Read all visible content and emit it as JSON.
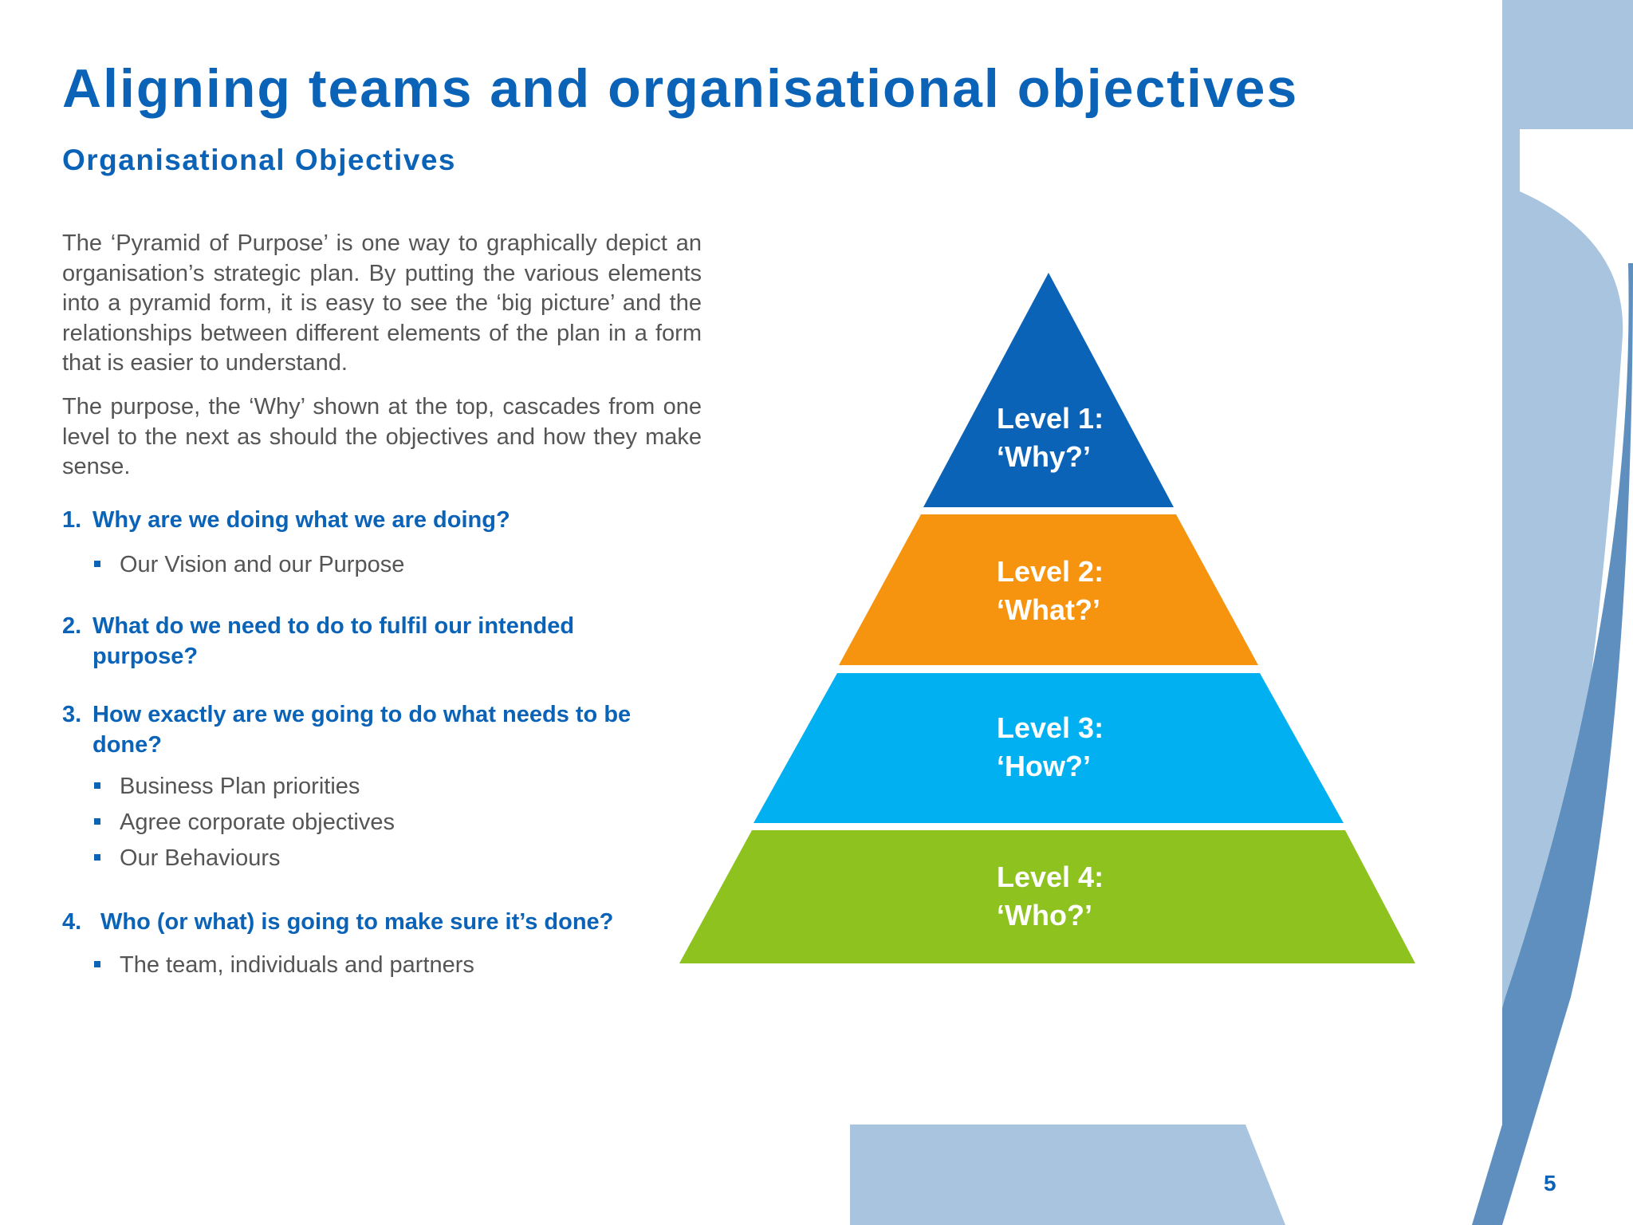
{
  "slide": {
    "title": "Aligning teams and organisational objectives",
    "subtitle": "Organisational Objectives",
    "intro_paragraphs": [
      "The ‘Pyramid of Purpose’ is one way to graphically depict an organisation’s strategic plan. By putting the various elements into a pyramid form, it is easy to see the ‘big picture’ and the relationships between different elements of the plan in a form that is easier to understand.",
      "The purpose, the ‘Why’ shown at the top, cascades from one level to the next as should the objectives and how they make sense."
    ],
    "questions": [
      {
        "number": "1.",
        "text": "Why are we doing what we are doing?",
        "bullets": [
          "Our Vision and our Purpose"
        ]
      },
      {
        "number": "2.",
        "text": "What do we need to do to fulfil our intended purpose?",
        "bullets": []
      },
      {
        "number": "3.",
        "text": "How exactly are we going to do what needs to be done?",
        "bullets": [
          "Business Plan priorities",
          "Agree corporate objectives",
          "Our Behaviours"
        ]
      },
      {
        "number": "4.",
        "text": "Who (or what) is going to make sure it’s done?",
        "bullets": [
          "The team, individuals and partners"
        ]
      }
    ],
    "page_number": "5"
  },
  "pyramid": {
    "levels": [
      {
        "label": "Level 1:",
        "question": "‘Why?’",
        "color": "#0b63b8"
      },
      {
        "label": "Level 2:",
        "question": "‘What?’",
        "color": "#f7940f"
      },
      {
        "label": "Level 3:",
        "question": "‘How?’",
        "color": "#00b0f0"
      },
      {
        "label": "Level 4:",
        "question": "‘Who?’",
        "color": "#8dc21f"
      }
    ]
  },
  "colors": {
    "accent": "#0b63b8",
    "body_text": "#555555",
    "decor_light": "#a9c4de",
    "decor_dark": "#5f8fbf"
  }
}
